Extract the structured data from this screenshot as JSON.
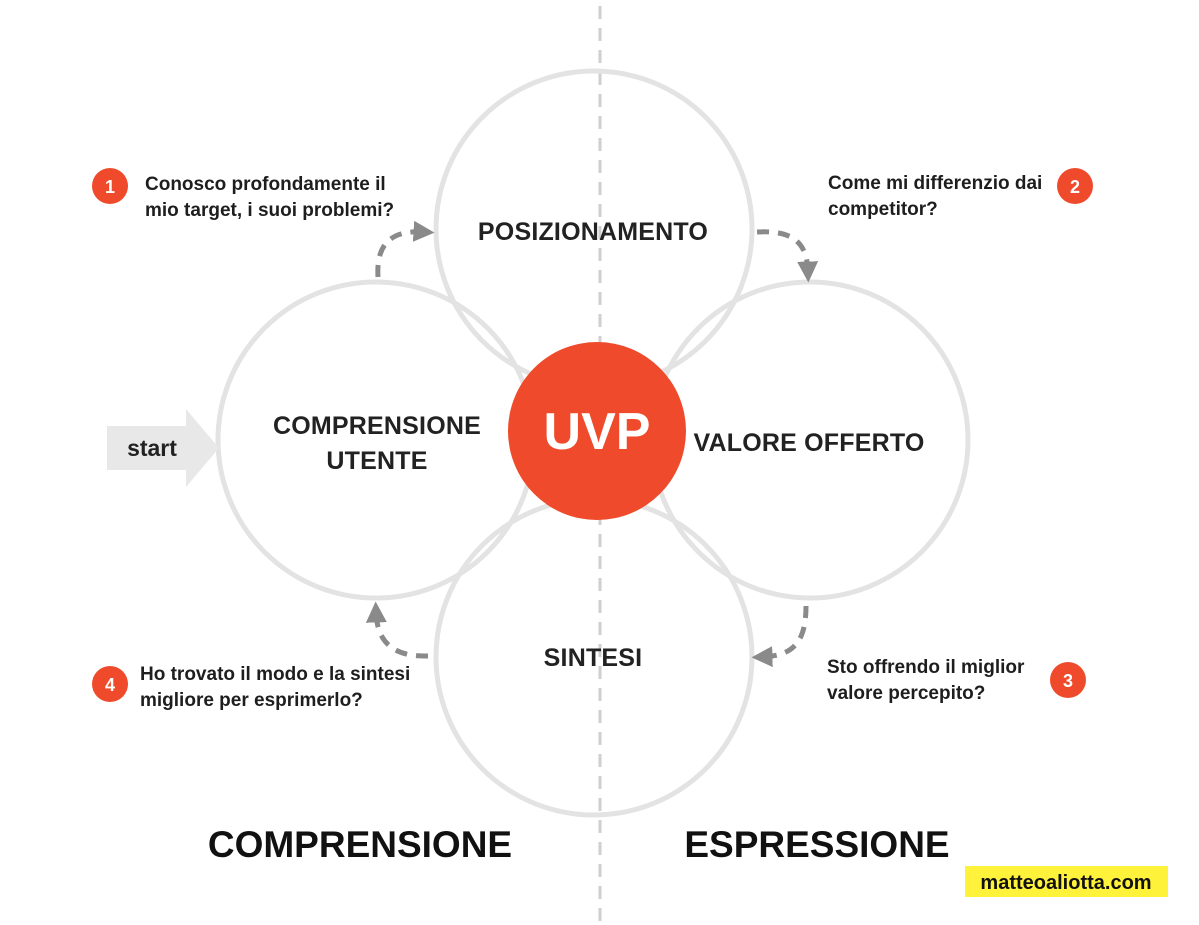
{
  "center": {
    "label": "UVP"
  },
  "circles": {
    "top": "POSIZIONAMENTO",
    "left": [
      "COMPRENSIONE",
      "UTENTE"
    ],
    "right": "VALORE OFFERTO",
    "bottom": "SINTESI"
  },
  "steps": [
    {
      "number": "1",
      "lines": [
        "Conosco profondamente il",
        "mio target, i suoi problemi?"
      ]
    },
    {
      "number": "2",
      "lines": [
        "Come mi differenzio dai",
        "competitor?"
      ]
    },
    {
      "number": "3",
      "lines": [
        "Sto offrendo il miglior",
        "valore percepito?"
      ]
    },
    {
      "number": "4",
      "lines": [
        "Ho trovato il modo e la sintesi",
        "migliore per esprimerlo?"
      ]
    }
  ],
  "start_label": "start",
  "sections": {
    "left": "COMPRENSIONE",
    "right": "ESPRESSIONE"
  },
  "site": "matteoaliotta.com",
  "colors": {
    "accent": "#ef4a2b",
    "circle_stroke": "#e3e3e3",
    "arrow": "#8a8a8a",
    "highlight": "#fff23a",
    "start_arrow": "#e8e8e8",
    "divider": "#cfcfcf"
  }
}
